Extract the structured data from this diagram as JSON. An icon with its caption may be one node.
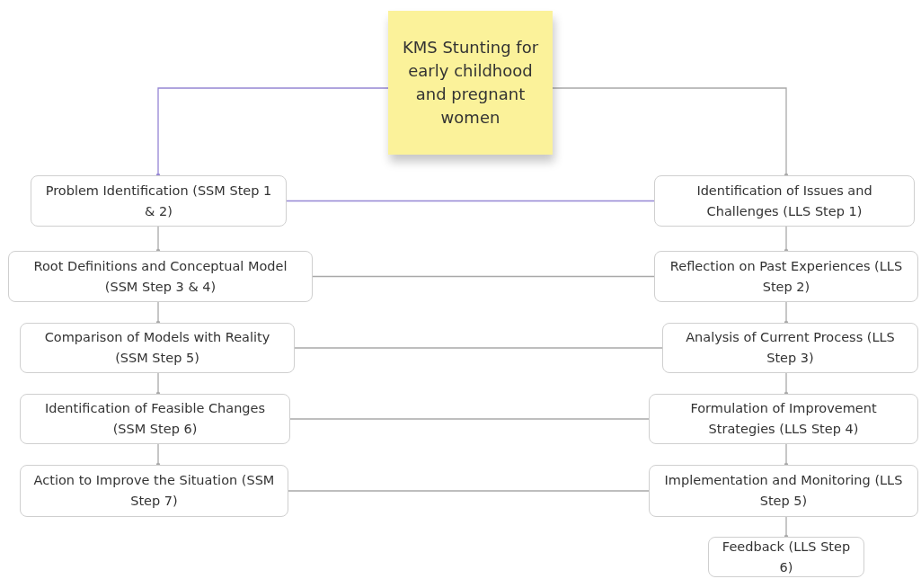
{
  "diagram": {
    "nodes": [
      {
        "text": [
          "KMS Stunting for early childhood and pregnant women"
        ]
      },
      {
        "text": [
          "Problem Identification (SSM Step 1 & 2)"
        ]
      },
      {
        "text": [
          "Identification of Issues and Challenges (LLS Step 1)"
        ]
      },
      {
        "text": [
          "Root Definitions and Conceptual Model (SSM Step 3 & 4)"
        ]
      },
      {
        "text": [
          "Reflection on Past Experiences (LLS Step 2)"
        ]
      },
      {
        "text": [
          "Comparison of Models with Reality (SSM Step 5)"
        ]
      },
      {
        "text": [
          "Analysis of Current Process (LLS Step 3)"
        ]
      },
      {
        "text": [
          "Identification of Feasible Changes (SSM Step 6)"
        ]
      },
      {
        "text": [
          "Formulation of Improvement Strategies (LLS Step 4)"
        ]
      },
      {
        "text": [
          "Action to Improve the Situation (SSM Step 7)"
        ]
      },
      {
        "text": [
          "Implementation and Monitoring (LLS Step 5)"
        ]
      },
      {
        "text": [
          "Feedback (LLS Step 6)"
        ]
      }
    ],
    "edges": [
      {
        "from": 0,
        "to": 1,
        "arrow": "other",
        "color": "#9586d4"
      },
      {
        "from": 0,
        "to": 2,
        "arrow": "other"
      },
      {
        "from": 1,
        "to": 2,
        "arrow": "none",
        "color": "#9586d4"
      },
      {
        "from": 1,
        "to": 3,
        "arrow": "other"
      },
      {
        "from": 3,
        "to": 5,
        "arrow": "other"
      },
      {
        "from": 5,
        "to": 7,
        "arrow": "other"
      },
      {
        "from": 7,
        "to": 9,
        "arrow": "other"
      },
      {
        "from": 2,
        "to": 4,
        "arrow": "other"
      },
      {
        "from": 4,
        "to": 6,
        "arrow": "other"
      },
      {
        "from": 6,
        "to": 8,
        "arrow": "other"
      },
      {
        "from": 8,
        "to": 10,
        "arrow": "other"
      },
      {
        "from": 10,
        "to": 11,
        "arrow": "other"
      },
      {
        "from": 3,
        "to": 4,
        "arrow": "none"
      },
      {
        "from": 5,
        "to": 6,
        "arrow": "none"
      },
      {
        "from": 7,
        "to": 8,
        "arrow": "none"
      },
      {
        "from": 9,
        "to": 10,
        "arrow": "none"
      }
    ]
  }
}
